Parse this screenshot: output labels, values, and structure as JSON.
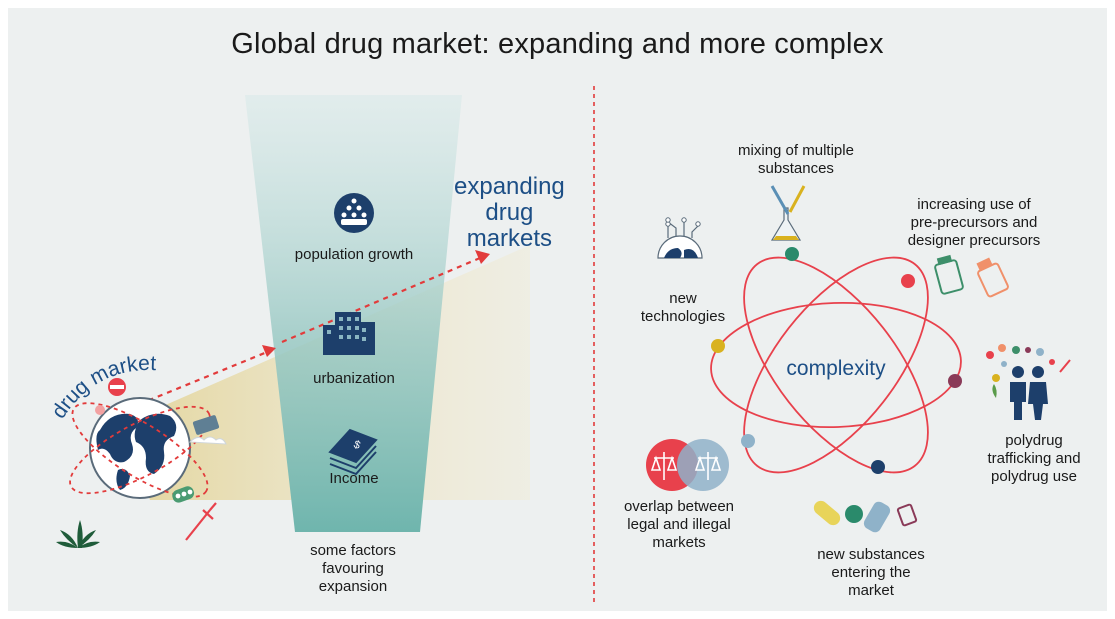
{
  "title": "Global drug market: expanding and more complex",
  "left": {
    "drug_market_label": "drug market",
    "expanding_label": [
      "expanding",
      "drug",
      "markets"
    ],
    "factors": [
      "population growth",
      "urbanization",
      "Income"
    ],
    "factors_caption": [
      "some factors",
      "favouring",
      "expansion"
    ]
  },
  "right": {
    "center_label": "complexity",
    "mixing": [
      "mixing of multiple",
      "substances"
    ],
    "precursors": [
      "increasing use of",
      "pre-precursors and",
      "designer precursors"
    ],
    "technologies": [
      "new",
      "technologies"
    ],
    "polydrug": [
      "polydrug",
      "trafficking and",
      "polydrug use"
    ],
    "overlap": [
      "overlap  between",
      "legal and illegal",
      "markets"
    ],
    "new_substances": [
      "new substances",
      "entering the",
      "market"
    ]
  },
  "colors": {
    "panel": "#edf0f0",
    "funnel": "#7fbdb6",
    "wedge": "#e8dcae",
    "dashed_red": "#e23b3b",
    "orbit_red": "#e8414c",
    "navy": "#1d4f86",
    "icon_dark": "#1d3f6b"
  }
}
